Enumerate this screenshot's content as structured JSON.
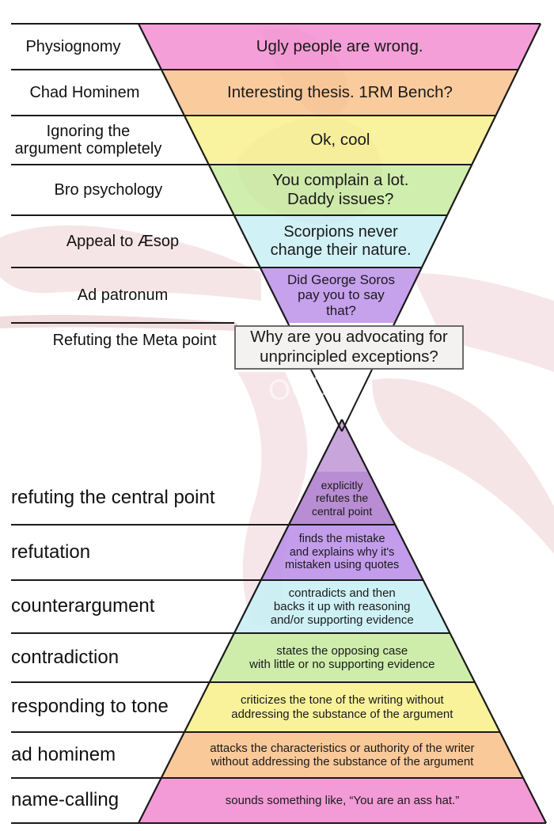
{
  "top_pyramid": {
    "tiers": [
      {
        "label": "Physiognomy",
        "text": "Ugly people are wrong.",
        "color": "#f18ad0"
      },
      {
        "label": "Chad Hominem",
        "text": "Interesting thesis. 1RM Bench?",
        "color": "#f8c088"
      },
      {
        "label": "Ignoring the\nargument completely",
        "text": "Ok, cool",
        "color": "#f8f08a"
      },
      {
        "label": "Bro psychology",
        "text": "You complain a lot.\nDaddy issues?",
        "color": "#c6ea9c"
      },
      {
        "label": "Appeal to Æsop",
        "text": "Scorpions never\nchange their nature.",
        "color": "#c6eef4"
      },
      {
        "label": "Ad patronum",
        "text": "Did George Soros\npay you to say\nthat?",
        "color": "#b98ce8"
      }
    ],
    "meta_label": "Refuting the Meta point",
    "meta_text": "Why are you advocating for\nunprincipled exceptions?"
  },
  "bottom_pyramid": {
    "tiers": [
      {
        "label": "refuting the central point",
        "text": "explicitly\nrefutes the\ncentral point",
        "color": "#9a5cc0"
      },
      {
        "label": "refutation",
        "text": "finds the mistake\nand explains why it's\nmistaken using quotes",
        "color": "#b98ce8"
      },
      {
        "label": "counterargument",
        "text": "contradicts and then\nbacks it up with reasoning\nand/or supporting evidence",
        "color": "#c6eef4"
      },
      {
        "label": "contradiction",
        "text": "states the opposing case\nwith little or no supporting evidence",
        "color": "#c6ea9c"
      },
      {
        "label": "responding to tone",
        "text": "criticizes the tone of the writing without\naddressing the substance of the argument",
        "color": "#f8f08a"
      },
      {
        "label": "ad hominem",
        "text": "attacks the characteristics or authority of the writer\nwithout addressing the substance of the argument",
        "color": "#f8c088"
      },
      {
        "label": "name-calling",
        "text": "sounds something like, “You are an ass hat.”",
        "color": "#f18ad0"
      }
    ]
  },
  "watermark_text": "OUCH!",
  "colors": {
    "line": "#1a1a1a",
    "ghost": "#f3dcdf",
    "ghost_dark": "#e8c4c8"
  }
}
